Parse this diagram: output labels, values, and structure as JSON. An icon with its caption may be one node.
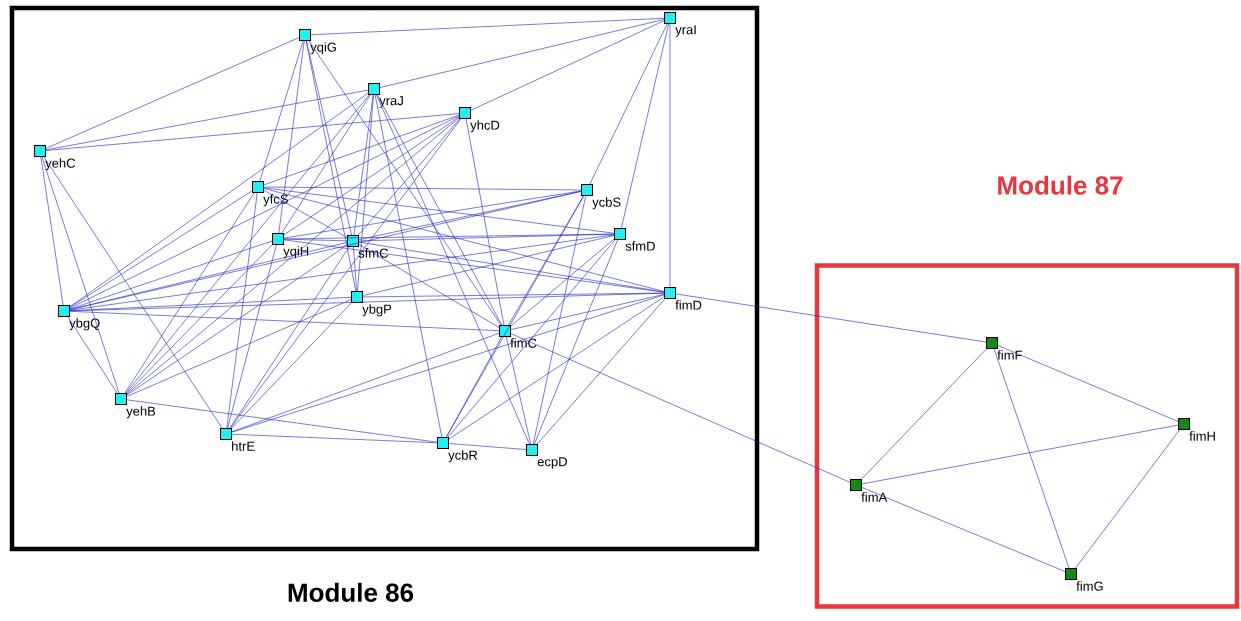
{
  "diagram": {
    "nodes": [
      {
        "text": [
          "Module 86"
        ]
      },
      {
        "text": [
          "yraI"
        ],
        "in": 0
      },
      {
        "text": [
          "yqiG"
        ],
        "in": 0
      },
      {
        "text": [
          "yraJ"
        ],
        "in": 0
      },
      {
        "text": [
          "yhcD"
        ],
        "in": 0
      },
      {
        "text": [
          "yehC"
        ],
        "in": 0
      },
      {
        "text": [
          "yfcS"
        ],
        "in": 0
      },
      {
        "text": [
          "ycbS"
        ],
        "in": 0
      },
      {
        "text": [
          "sfmD"
        ],
        "in": 0
      },
      {
        "text": [
          "yqiH"
        ],
        "in": 0
      },
      {
        "text": [
          "sfmC"
        ],
        "in": 0
      },
      {
        "text": [
          "fimD"
        ],
        "in": 0
      },
      {
        "text": [
          "ybgP"
        ],
        "in": 0
      },
      {
        "text": [
          "ybgQ"
        ],
        "in": 0
      },
      {
        "text": [
          "fimC"
        ],
        "in": 0
      },
      {
        "text": [
          "yehB"
        ],
        "in": 0
      },
      {
        "text": [
          "htrE"
        ],
        "in": 0
      },
      {
        "text": [
          "ycbR"
        ],
        "in": 0
      },
      {
        "text": [
          "ecpD"
        ],
        "in": 0
      },
      {
        "text": [
          "Module 87"
        ]
      },
      {
        "text": [
          "fimF"
        ],
        "in": 19
      },
      {
        "text": [
          "fimH"
        ],
        "in": 19
      },
      {
        "text": [
          "fimA"
        ],
        "in": 19
      },
      {
        "text": [
          "fimG"
        ],
        "in": 19
      }
    ],
    "edges": [
      {
        "from": 5,
        "to": 2,
        "arrow": "none"
      },
      {
        "from": 5,
        "to": 3,
        "arrow": "none"
      },
      {
        "from": 5,
        "to": 4,
        "arrow": "none"
      },
      {
        "from": 5,
        "to": 13,
        "arrow": "none"
      },
      {
        "from": 5,
        "to": 15,
        "arrow": "none"
      },
      {
        "from": 5,
        "to": 16,
        "arrow": "none"
      },
      {
        "from": 2,
        "to": 1,
        "arrow": "none"
      },
      {
        "from": 2,
        "to": 6,
        "arrow": "none"
      },
      {
        "from": 2,
        "to": 10,
        "arrow": "none"
      },
      {
        "from": 2,
        "to": 12,
        "arrow": "none"
      },
      {
        "from": 2,
        "to": 14,
        "arrow": "none"
      },
      {
        "from": 2,
        "to": 9,
        "arrow": "none"
      },
      {
        "from": 3,
        "to": 1,
        "arrow": "none"
      },
      {
        "from": 3,
        "to": 9,
        "arrow": "none"
      },
      {
        "from": 3,
        "to": 10,
        "arrow": "none"
      },
      {
        "from": 3,
        "to": 12,
        "arrow": "none"
      },
      {
        "from": 3,
        "to": 13,
        "arrow": "none"
      },
      {
        "from": 3,
        "to": 14,
        "arrow": "none"
      },
      {
        "from": 3,
        "to": 17,
        "arrow": "none"
      },
      {
        "from": 3,
        "to": 15,
        "arrow": "none"
      },
      {
        "from": 3,
        "to": 18,
        "arrow": "none"
      },
      {
        "from": 4,
        "to": 1,
        "arrow": "none"
      },
      {
        "from": 4,
        "to": 6,
        "arrow": "none"
      },
      {
        "from": 4,
        "to": 10,
        "arrow": "none"
      },
      {
        "from": 4,
        "to": 9,
        "arrow": "none"
      },
      {
        "from": 4,
        "to": 13,
        "arrow": "none"
      },
      {
        "from": 4,
        "to": 14,
        "arrow": "none"
      },
      {
        "from": 4,
        "to": 16,
        "arrow": "none"
      },
      {
        "from": 4,
        "to": 15,
        "arrow": "none"
      },
      {
        "from": 1,
        "to": 7,
        "arrow": "none"
      },
      {
        "from": 1,
        "to": 8,
        "arrow": "none"
      },
      {
        "from": 1,
        "to": 11,
        "arrow": "none"
      },
      {
        "from": 6,
        "to": 7,
        "arrow": "none"
      },
      {
        "from": 6,
        "to": 8,
        "arrow": "none"
      },
      {
        "from": 6,
        "to": 11,
        "arrow": "none"
      },
      {
        "from": 6,
        "to": 13,
        "arrow": "none"
      },
      {
        "from": 6,
        "to": 15,
        "arrow": "none"
      },
      {
        "from": 6,
        "to": 16,
        "arrow": "none"
      },
      {
        "from": 6,
        "to": 10,
        "arrow": "none"
      },
      {
        "from": 7,
        "to": 10,
        "arrow": "none"
      },
      {
        "from": 7,
        "to": 9,
        "arrow": "none"
      },
      {
        "from": 7,
        "to": 13,
        "arrow": "none"
      },
      {
        "from": 7,
        "to": 14,
        "arrow": "none"
      },
      {
        "from": 7,
        "to": 17,
        "arrow": "none"
      },
      {
        "from": 7,
        "to": 18,
        "arrow": "none"
      },
      {
        "from": 8,
        "to": 10,
        "arrow": "none"
      },
      {
        "from": 8,
        "to": 9,
        "arrow": "none"
      },
      {
        "from": 8,
        "to": 12,
        "arrow": "none"
      },
      {
        "from": 8,
        "to": 14,
        "arrow": "none"
      },
      {
        "from": 8,
        "to": 17,
        "arrow": "none"
      },
      {
        "from": 8,
        "to": 18,
        "arrow": "none"
      },
      {
        "from": 8,
        "to": 13,
        "arrow": "none"
      },
      {
        "from": 9,
        "to": 10,
        "arrow": "none"
      },
      {
        "from": 9,
        "to": 13,
        "arrow": "none"
      },
      {
        "from": 9,
        "to": 11,
        "arrow": "none"
      },
      {
        "from": 9,
        "to": 15,
        "arrow": "none"
      },
      {
        "from": 9,
        "to": 16,
        "arrow": "none"
      },
      {
        "from": 10,
        "to": 12,
        "arrow": "none"
      },
      {
        "from": 10,
        "to": 11,
        "arrow": "none"
      },
      {
        "from": 10,
        "to": 14,
        "arrow": "none"
      },
      {
        "from": 10,
        "to": 15,
        "arrow": "none"
      },
      {
        "from": 10,
        "to": 16,
        "arrow": "none"
      },
      {
        "from": 10,
        "to": 13,
        "arrow": "none"
      },
      {
        "from": 13,
        "to": 12,
        "arrow": "none"
      },
      {
        "from": 13,
        "to": 11,
        "arrow": "none"
      },
      {
        "from": 13,
        "to": 15,
        "arrow": "none"
      },
      {
        "from": 13,
        "to": 14,
        "arrow": "none"
      },
      {
        "from": 12,
        "to": 11,
        "arrow": "none"
      },
      {
        "from": 12,
        "to": 15,
        "arrow": "none"
      },
      {
        "from": 12,
        "to": 16,
        "arrow": "none"
      },
      {
        "from": 11,
        "to": 14,
        "arrow": "none"
      },
      {
        "from": 11,
        "to": 17,
        "arrow": "none"
      },
      {
        "from": 11,
        "to": 18,
        "arrow": "none"
      },
      {
        "from": 14,
        "to": 17,
        "arrow": "none"
      },
      {
        "from": 14,
        "to": 18,
        "arrow": "none"
      },
      {
        "from": 14,
        "to": 16,
        "arrow": "none"
      },
      {
        "from": 15,
        "to": 17,
        "arrow": "none"
      },
      {
        "from": 16,
        "to": 17,
        "arrow": "none"
      },
      {
        "from": 17,
        "to": 18,
        "arrow": "none"
      },
      {
        "from": 16,
        "to": 11,
        "arrow": "none"
      },
      {
        "from": 11,
        "to": 20,
        "arrow": "none"
      },
      {
        "from": 14,
        "to": 22,
        "arrow": "none"
      },
      {
        "from": 22,
        "to": 20,
        "arrow": "none"
      },
      {
        "from": 22,
        "to": 21,
        "arrow": "none"
      },
      {
        "from": 22,
        "to": 23,
        "arrow": "none"
      },
      {
        "from": 20,
        "to": 21,
        "arrow": "none"
      },
      {
        "from": 20,
        "to": 23,
        "arrow": "none"
      },
      {
        "from": 21,
        "to": 23,
        "arrow": "none"
      }
    ]
  }
}
